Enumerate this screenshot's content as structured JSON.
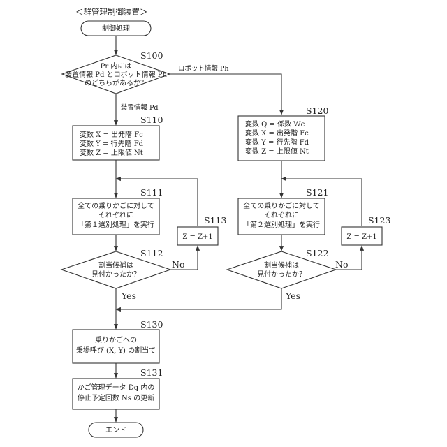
{
  "header": "＜群管理制御装置＞",
  "start_label": "制御処理",
  "end_label": "エンド",
  "d100": {
    "step": "S100",
    "lines": [
      "Pr 内には",
      "装置情報 Pd とロボット情報 Ph",
      "のどちらがあるか？"
    ]
  },
  "edge_robot": "ロボット情報 Ph",
  "edge_device": "装置情報 Pd",
  "s110": {
    "step": "S110",
    "lines": [
      "変数 X = 出発階 Fc",
      "変数 Y = 行先階 Fd",
      "変数 Z = 上限値 Nt"
    ]
  },
  "s120": {
    "step": "S120",
    "lines": [
      "変数 Q = 係数 Wc",
      "変数 X = 出発階 Fc",
      "変数 Y = 行先階 Fd",
      "変数 Z = 上限値 Nt"
    ]
  },
  "s111": {
    "step": "S111",
    "lines": [
      "全ての乗りかごに対して",
      "それぞれに",
      "「第１選別処理」を実行"
    ]
  },
  "s121": {
    "step": "S121",
    "lines": [
      "全ての乗りかごに対して",
      "それぞれに",
      "「第２選別処理」を実行"
    ]
  },
  "s113": {
    "step": "S113",
    "text": "Z = Z+1"
  },
  "s123": {
    "step": "S123",
    "text": "Z = Z+1"
  },
  "d112": {
    "step": "S112",
    "lines": [
      "割当候補は",
      "見付かったか？"
    ]
  },
  "d122": {
    "step": "S122",
    "lines": [
      "割当候補は",
      "見付かったか？"
    ]
  },
  "no_label": "No",
  "yes_label": "Yes",
  "s130": {
    "step": "S130",
    "lines": [
      "乗りかごへの",
      "乗場呼び (X, Y) の割当て"
    ]
  },
  "s131": {
    "step": "S131",
    "lines": [
      "かご管理データ Dq 内の",
      "停止予定回数 Ns の更新"
    ]
  }
}
